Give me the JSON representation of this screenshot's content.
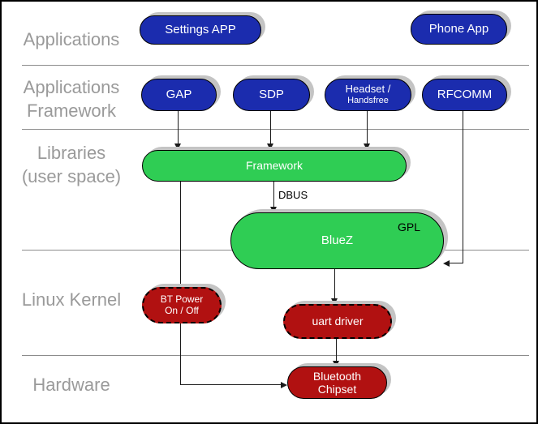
{
  "layer_labels": {
    "applications": [
      "Applications"
    ],
    "applications_framework": [
      "Applications",
      "Framework"
    ],
    "libraries": [
      "Libraries",
      "(user space)"
    ],
    "linux_kernel": [
      "Linux Kernel"
    ],
    "hardware": [
      "Hardware"
    ]
  },
  "nodes": {
    "settings_app": {
      "label": "Settings APP"
    },
    "phone_app": {
      "label": "Phone App"
    },
    "gap": {
      "label": "GAP"
    },
    "sdp": {
      "label": "SDP"
    },
    "headset": {
      "label_line1": "Headset /",
      "label_line2": "Handsfree"
    },
    "rfcomm": {
      "label": "RFCOMM"
    },
    "framework": {
      "label": "Framework"
    },
    "bluez": {
      "label": "BlueZ",
      "license_badge": "GPL"
    },
    "bt_power": {
      "label_line1": "BT Power",
      "label_line2": "On / Off"
    },
    "uart_driver": {
      "label": "uart driver"
    },
    "bluetooth_chipset": {
      "label_line1": "Bluetooth",
      "label_line2": "Chipset"
    }
  },
  "edge_labels": {
    "dbus": "DBUS"
  },
  "colors": {
    "application_node": "#1b2cae",
    "userspace_node": "#2fcd54",
    "kernel_node": "#b11111",
    "layer_label_text": "#9a9a9a",
    "shadow": "#c4c4c4",
    "divider": "#8c8c8c"
  }
}
